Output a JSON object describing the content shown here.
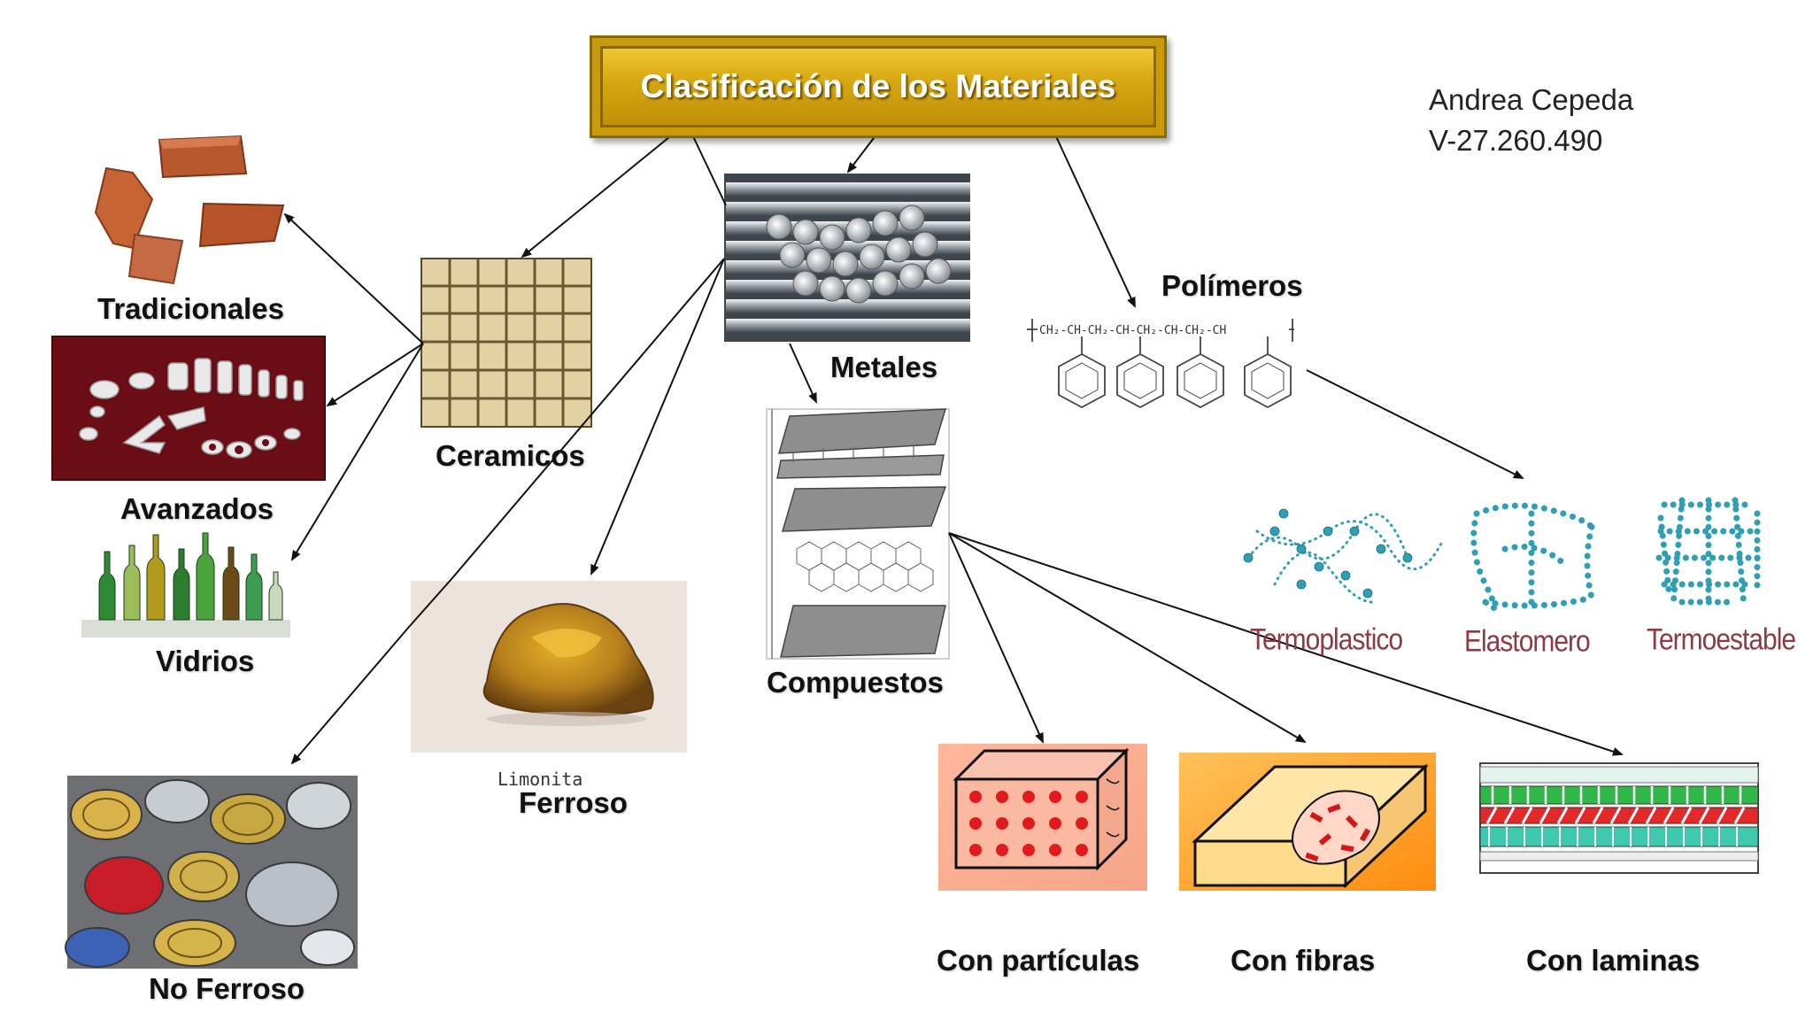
{
  "title": "Clasificación de los Materiales",
  "author": {
    "name": "Andrea Cepeda",
    "id": "V-27.260.490"
  },
  "categories": {
    "ceramicos": "Ceramicos",
    "metales": "Metales",
    "polimeros": "Polímeros",
    "compuestos": "Compuestos"
  },
  "ceramic_types": {
    "tradicionales": "Tradicionales",
    "avanzados": "Avanzados",
    "vidrios": "Vidrios"
  },
  "metal_types": {
    "ferroso": "Ferroso",
    "ferroso_example": "Limonita",
    "no_ferroso": "No Ferroso"
  },
  "polymer_types": {
    "termoplastico": "Termoplastico",
    "elastomero": "Elastomero",
    "termoestable": "Termoestable"
  },
  "composite_types": {
    "particulas": "Con partículas",
    "fibras": "Con fibras",
    "laminas": "Con laminas"
  },
  "colors": {
    "title_gold": "#d7a711",
    "arrow": "#111111",
    "polymer_label": "#8c3b45",
    "bead": "#2f9fb5"
  }
}
